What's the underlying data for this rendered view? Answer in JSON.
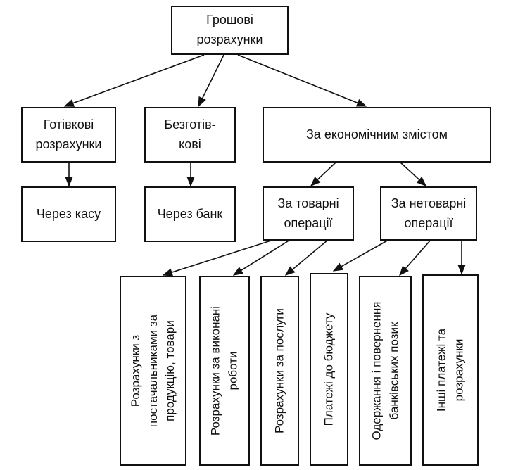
{
  "diagram": {
    "root": "Грошові\nрозрахунки",
    "cash": "Готівкові\nрозрахунки",
    "non_cash": "Безготів-\nкові",
    "economic": "За економічним змістом",
    "via_cash": "Через касу",
    "via_bank": "Через банк",
    "commodity": "За товарні\nоперації",
    "non_commodity": "За нетоварні\nоперації",
    "leaf_suppliers": "Розрахунки з\nпостачальниками за\nпродукцію, товари",
    "leaf_works": "Розрахунки за виконані\nроботи",
    "leaf_services": "Розрахунки за послуги",
    "leaf_budget": "Платежі до бюджету",
    "leaf_loans": "Одержання і повернення\nбанківських позик",
    "leaf_other": "Інші платежі та\nрозрахунки"
  }
}
